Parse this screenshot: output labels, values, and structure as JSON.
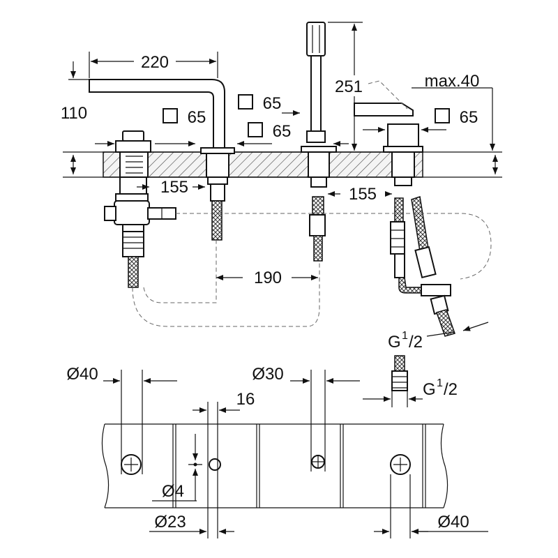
{
  "labels": {
    "spout_reach": "220",
    "spout_height": "110",
    "handshower_height": "251",
    "lever_max": "max.40",
    "rosette_a": "65",
    "rosette_b": "65",
    "rosette_c": "65",
    "rosette_d": "65",
    "pitch_left": "155",
    "pitch_right": "155",
    "hose_spacing": "190",
    "thread_hose": "G",
    "thread_hose_sup": "1",
    "thread_hose_sub": "/2",
    "thread_conn": "G",
    "thread_conn_sup": "1",
    "thread_conn_sub": "/2",
    "hole_d40_left": "Ø40",
    "hole_d30": "Ø30",
    "spacing_16": "16",
    "hole_d4": "Ø4",
    "hole_d23": "Ø23",
    "hole_d40_right": "Ø40"
  }
}
